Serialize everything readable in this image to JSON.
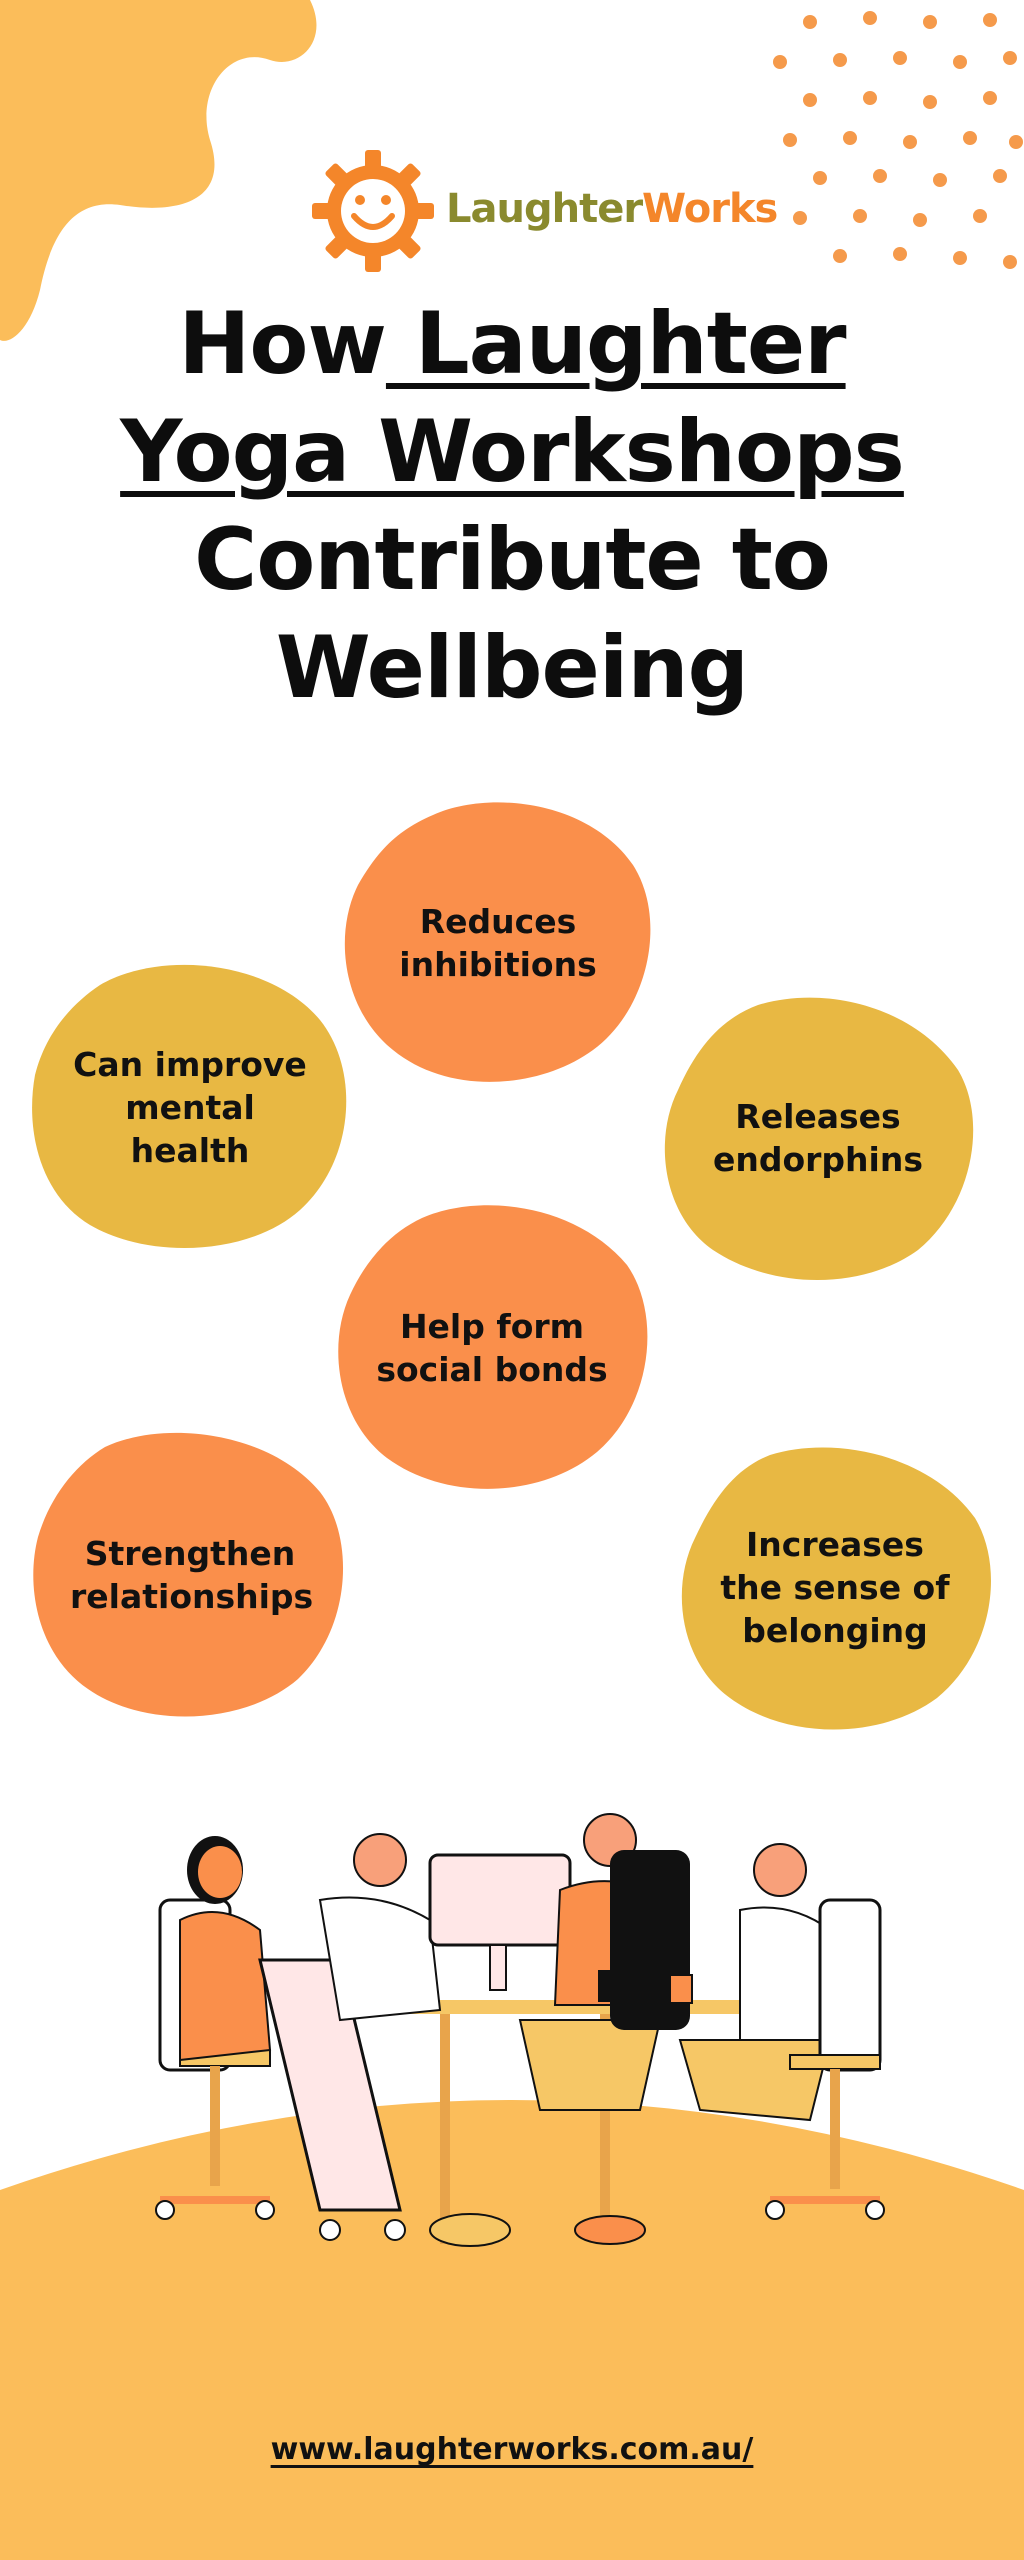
{
  "brand": {
    "name_part1": "Laughter",
    "name_part2": "Works",
    "logo_icon": "smiling-gear-icon",
    "colors": {
      "orange": "#f4862a",
      "olive": "#8a8a2e",
      "bubble_orange": "#fa8f4b",
      "bubble_mustard": "#e8b843",
      "background_accent": "#fbbd5a"
    }
  },
  "title": {
    "part1": "How",
    "part2": " Laughter",
    "part3": "Yoga Workshops",
    "part4": "Contribute to",
    "part5": "Wellbeing"
  },
  "benefits": [
    {
      "label": "Reduces inhibitions"
    },
    {
      "label": "Can improve mental health"
    },
    {
      "label": "Releases endorphins"
    },
    {
      "label": "Help form social bonds"
    },
    {
      "label": "Strengthen relationships"
    },
    {
      "label": "Increases the sense of belonging"
    }
  ],
  "footer": {
    "website": "www.laughterworks.com.au/"
  }
}
